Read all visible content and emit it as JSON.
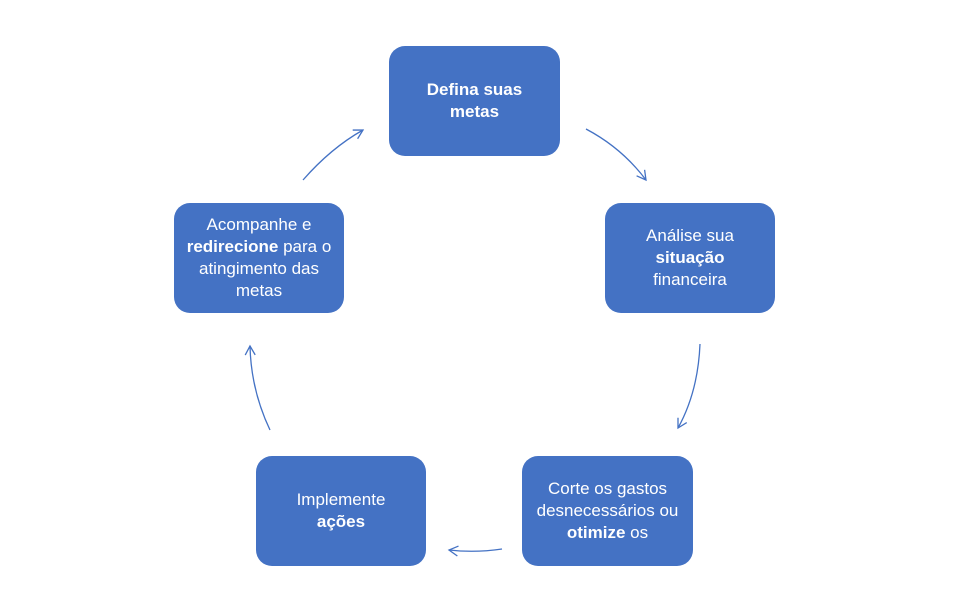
{
  "diagram": {
    "type": "cycle",
    "colors": {
      "node_fill": "#4472c4",
      "node_text": "#ffffff",
      "arrow": "#4472c4"
    },
    "nodes": [
      {
        "id": "n1",
        "parts": [
          {
            "text": "Defina suas metas",
            "bold": true
          }
        ]
      },
      {
        "id": "n2",
        "parts": [
          {
            "text": "Análise sua ",
            "bold": false
          },
          {
            "text": "situação",
            "bold": true
          },
          {
            "text": " financeira",
            "bold": false
          }
        ]
      },
      {
        "id": "n3",
        "parts": [
          {
            "text": "Corte os gastos desnecessários ou ",
            "bold": false
          },
          {
            "text": "otimize",
            "bold": true
          },
          {
            "text": " os",
            "bold": false
          }
        ]
      },
      {
        "id": "n4",
        "parts": [
          {
            "text": "Implemente ",
            "bold": false
          },
          {
            "text": "ações",
            "bold": true
          }
        ]
      },
      {
        "id": "n5",
        "parts": [
          {
            "text": "Acompanhe e ",
            "bold": false
          },
          {
            "text": "redirecione",
            "bold": true
          },
          {
            "text": " para o atingimento das metas",
            "bold": false
          }
        ]
      }
    ],
    "edges": [
      {
        "from": "n1",
        "to": "n2"
      },
      {
        "from": "n2",
        "to": "n3"
      },
      {
        "from": "n3",
        "to": "n4"
      },
      {
        "from": "n4",
        "to": "n5"
      },
      {
        "from": "n5",
        "to": "n1"
      }
    ]
  }
}
